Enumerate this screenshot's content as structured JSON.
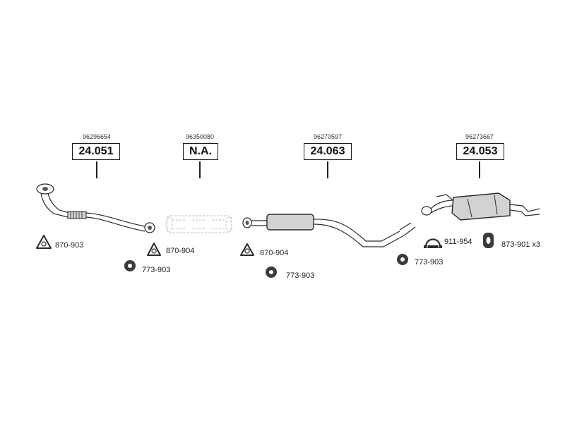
{
  "assemblies": [
    {
      "oe_number": "96296654",
      "ref": "24.051",
      "icon": "front-pipe-icon"
    },
    {
      "oe_number": "96350080",
      "ref": "N.A.",
      "icon": "catalytic-converter-icon"
    },
    {
      "oe_number": "96270597",
      "ref": "24.063",
      "icon": "middle-silencer-icon"
    },
    {
      "oe_number": "96273667",
      "ref": "24.053",
      "icon": "rear-silencer-icon"
    }
  ],
  "parts": [
    {
      "code": "870-903",
      "icon": "gasket-icon"
    },
    {
      "code": "870-904",
      "icon": "gasket-icon"
    },
    {
      "code": "773-903",
      "icon": "rubber-mount-icon"
    },
    {
      "code": "870-904",
      "icon": "gasket-icon"
    },
    {
      "code": "773-903",
      "icon": "rubber-mount-icon"
    },
    {
      "code": "773-903",
      "icon": "rubber-mount-icon"
    },
    {
      "code": "911-954",
      "icon": "clamp-icon"
    },
    {
      "code": "873-901 x3",
      "icon": "rubber-buffer-icon"
    }
  ],
  "colors": {
    "line": "#222222",
    "ghost": "#bdbdbd",
    "background": "#ffffff"
  }
}
